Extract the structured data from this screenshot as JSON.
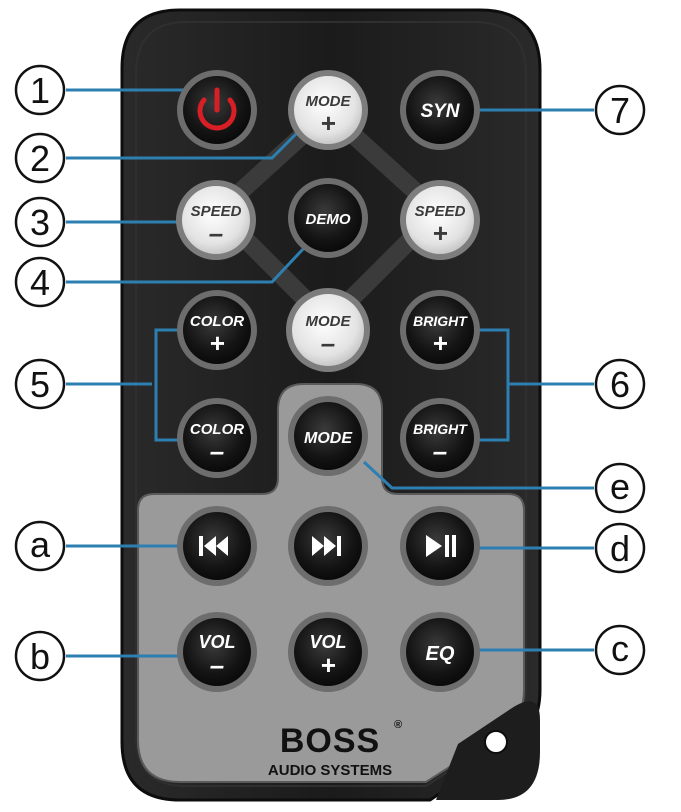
{
  "colors": {
    "body": "#1d1d1d",
    "body_edge": "#2c2c2c",
    "panel": "#9a9a9a",
    "dark_button": "#1a1a1a",
    "dark_button_ring": "#7d7d7d",
    "light_button": "#e6e6e6",
    "light_button_ring": "#7d7d7d",
    "power_red": "#d81f26",
    "callout_line": "#2e7fb1",
    "bracket_line": "#2e7fb1"
  },
  "buttons": {
    "power": {
      "icon": "power-icon"
    },
    "mode_plus": {
      "line1": "MODE",
      "line2": "+"
    },
    "syn": {
      "line1": "SYN"
    },
    "speed_minus": {
      "line1": "SPEED",
      "line2": "–"
    },
    "demo": {
      "line1": "DEMO"
    },
    "speed_plus": {
      "line1": "SPEED",
      "line2": "+"
    },
    "color_plus": {
      "line1": "COLOR",
      "line2": "+"
    },
    "mode_minus": {
      "line1": "MODE",
      "line2": "–"
    },
    "bright_plus": {
      "line1": "BRIGHT",
      "line2": "+"
    },
    "color_minus": {
      "line1": "COLOR",
      "line2": "–"
    },
    "mode": {
      "line1": "MODE"
    },
    "bright_minus": {
      "line1": "BRIGHT",
      "line2": "–"
    },
    "prev": {
      "icon": "skip-previous-icon"
    },
    "next": {
      "icon": "skip-next-icon"
    },
    "play_pause": {
      "icon": "play-pause-icon"
    },
    "vol_minus": {
      "line1": "VOL",
      "line2": "–"
    },
    "vol_plus": {
      "line1": "VOL",
      "line2": "+"
    },
    "eq": {
      "line1": "EQ"
    }
  },
  "callouts": {
    "c1": "1",
    "c2": "2",
    "c3": "3",
    "c4": "4",
    "c5": "5",
    "c6": "6",
    "c7": "7",
    "ca": "a",
    "cb": "b",
    "cc": "c",
    "cd": "d",
    "ce": "e"
  },
  "brand": {
    "logo": "BOSS",
    "registered": "®",
    "subtitle": "AUDIO SYSTEMS"
  }
}
